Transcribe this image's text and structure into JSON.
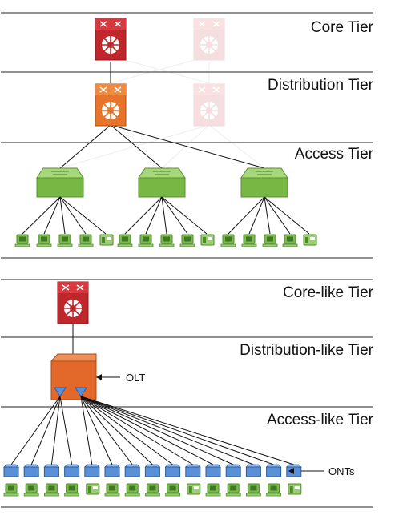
{
  "diagram": {
    "tiers": {
      "core": "Core Tier",
      "distribution": "Distribution Tier",
      "access": "Access Tier",
      "core_like": "Core-like Tier",
      "distribution_like": "Distribution-like Tier",
      "access_like": "Access-like Tier"
    },
    "callouts": {
      "olt": "OLT",
      "onts": "ONTs"
    },
    "colors": {
      "core_router": "#c0272d",
      "distribution_switch": "#e8742b",
      "access_switch": "#77b845",
      "olt_box": "#e2692a",
      "ont": "#5b8fd6",
      "endpoint": "#7cb951"
    }
  }
}
